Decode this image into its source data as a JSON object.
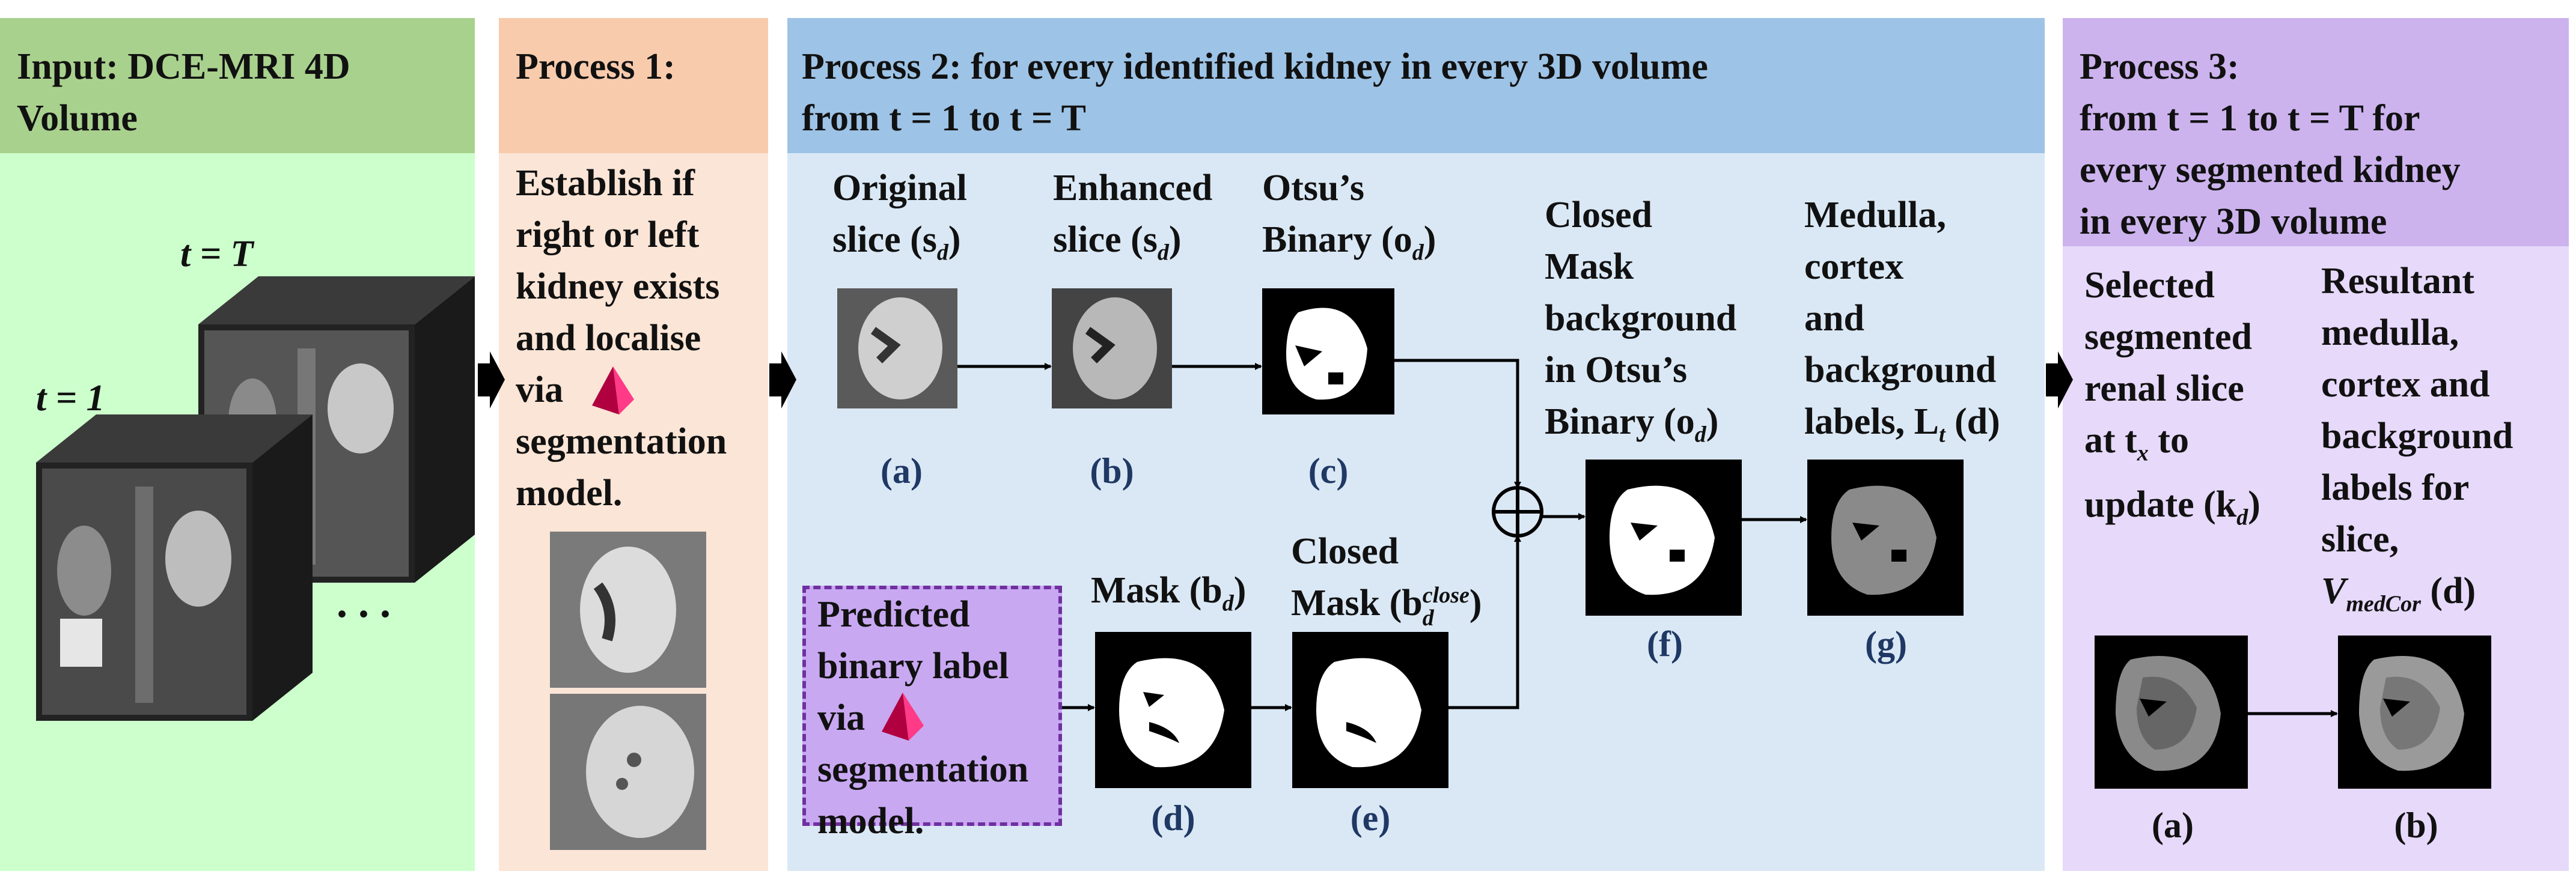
{
  "panels": {
    "input": {
      "title_l1": "Input: DCE-MRI 4D",
      "title_l2": "Volume",
      "t_T_label": "t = T",
      "t_1_label": "t = 1",
      "ellipsis": ". . ."
    },
    "process1": {
      "title": "Process 1:",
      "body_lines": [
        "Establish if",
        "right or left",
        "kidney exists",
        "and localise",
        "via",
        "segmentation",
        "model."
      ]
    },
    "process2": {
      "title_l1": "Process 2: for every identified kidney in every 3D volume",
      "title_l2": "from t = 1 to t = T",
      "steps": {
        "a": {
          "l1": "Original",
          "l2": "slice (s",
          "sub": "d",
          "l2end": ")",
          "cap": "(a)"
        },
        "b": {
          "l1": "Enhanced",
          "l2": "slice (s",
          "sub": "d",
          "l2end": ")",
          "cap": "(b)"
        },
        "c": {
          "l1": "Otsu’s",
          "l2": "Binary (o",
          "sub": "d",
          "l2end": ")",
          "cap": "(c)"
        },
        "d": {
          "l1": "Mask (b",
          "sub": "d",
          "l1end": ")",
          "cap": "(d)"
        },
        "e": {
          "l1": "Closed",
          "l2": "Mask (b",
          "sub": "d",
          "sup": "close",
          "l2end": ")",
          "cap": "(e)"
        },
        "f": {
          "lines": [
            "Closed",
            "Mask",
            "background",
            "in Otsu’s"
          ],
          "l5": "Binary (o",
          "sub": "d",
          "l5end": ")",
          "cap": "(f)"
        },
        "g": {
          "lines": [
            "Medulla,",
            "cortex",
            "and",
            "background"
          ],
          "l5": "labels, L",
          "sub": "t",
          "l5end": " (d)",
          "cap": "(g)"
        }
      },
      "predicted_lines": [
        "Predicted",
        "binary label",
        "via",
        "segmentation",
        "model."
      ]
    },
    "process3": {
      "title_l1": "Process 3:",
      "title_l2": "from t = 1 to t = T for",
      "title_l3": "every segmented kidney",
      "title_l4": "in every 3D volume",
      "left_lines": [
        "Selected",
        "segmented",
        "renal slice"
      ],
      "left_l4": "at t",
      "left_l4_sub": "x",
      "left_l4_end": " to",
      "left_l5": "update (k",
      "left_l5_sub": "d",
      "left_l5_end": ")",
      "right_lines": [
        "Resultant",
        "medulla,",
        "cortex and",
        "background",
        "labels for",
        "slice,"
      ],
      "right_l7": "V",
      "right_l7_sub": "medCor",
      "right_l7_end": " (d)",
      "cap_a": "(a)",
      "cap_b": "(b)"
    }
  },
  "colors": {
    "green_header": "#a9d18e",
    "green_body": "#ccffcc",
    "orange_header": "#f8cbad",
    "orange_body": "#fbe5d6",
    "blue_header": "#9dc3e6",
    "blue_body": "#dae8f5",
    "purple_header": "#ccb3ee",
    "purple_body": "#e6d9fa",
    "predicted_box": "#c9a8f2",
    "caption": "#1f3864",
    "pyramid": "#e0115f"
  }
}
